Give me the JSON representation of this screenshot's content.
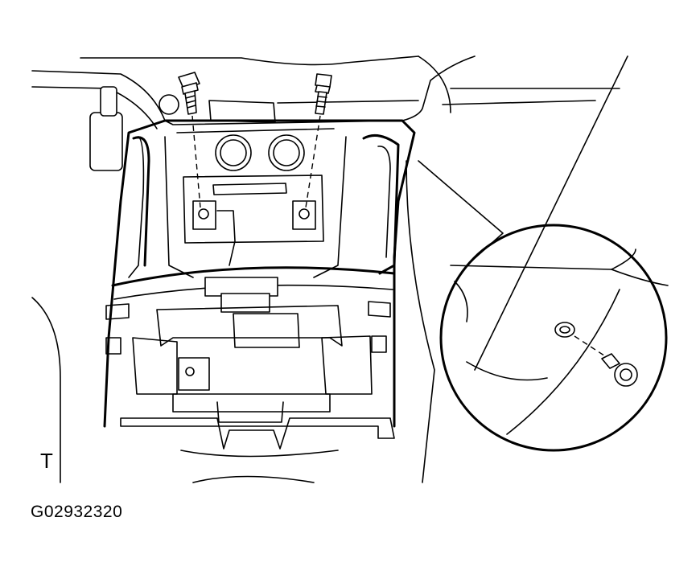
{
  "figure": {
    "corner_mark": "T",
    "code": "G02932320",
    "parts": [
      "bolt-left",
      "bolt-right",
      "console-panel",
      "clip-detail"
    ]
  }
}
